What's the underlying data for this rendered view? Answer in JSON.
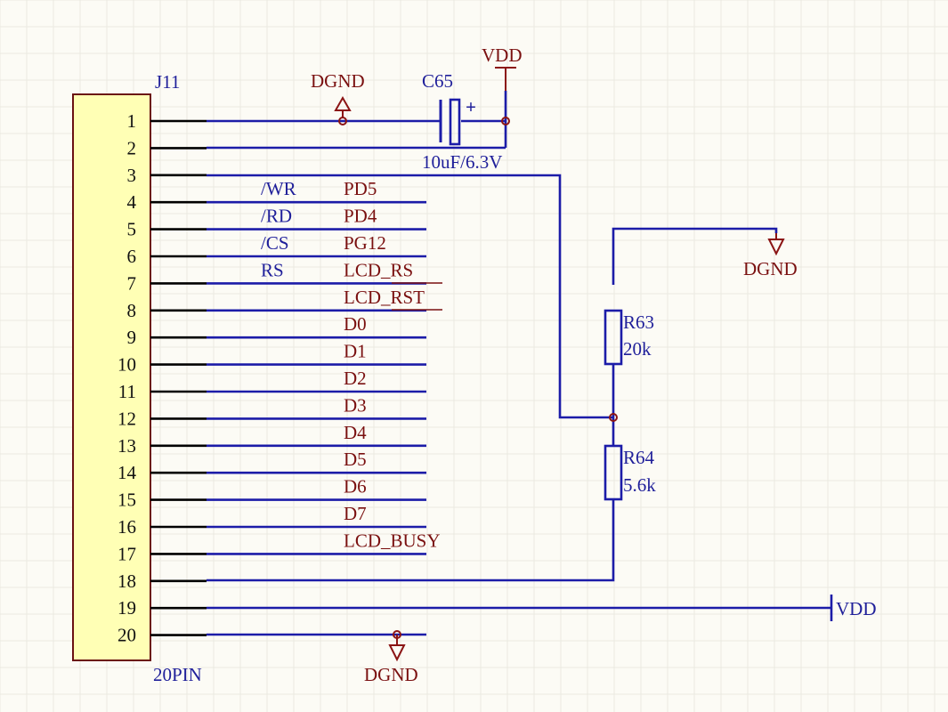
{
  "connector": {
    "designator": "J11",
    "footprint": "20PIN",
    "pins": [
      "1",
      "2",
      "3",
      "4",
      "5",
      "6",
      "7",
      "8",
      "9",
      "10",
      "11",
      "12",
      "13",
      "14",
      "15",
      "16",
      "17",
      "18",
      "19",
      "20"
    ]
  },
  "signals": [
    {
      "name": "/WR",
      "net": "PD5"
    },
    {
      "name": "/RD",
      "net": "PD4"
    },
    {
      "name": "/CS",
      "net": "PG12"
    },
    {
      "name": "RS",
      "net": "LCD_RS"
    },
    {
      "name": "",
      "net": "LCD_RST"
    },
    {
      "name": "",
      "net": "D0"
    },
    {
      "name": "",
      "net": "D1"
    },
    {
      "name": "",
      "net": "D2"
    },
    {
      "name": "",
      "net": "D3"
    },
    {
      "name": "",
      "net": "D4"
    },
    {
      "name": "",
      "net": "D5"
    },
    {
      "name": "",
      "net": "D6"
    },
    {
      "name": "",
      "net": "D7"
    },
    {
      "name": "",
      "net": "LCD_BUSY"
    }
  ],
  "capacitor": {
    "designator": "C65",
    "value": "10uF/6.3V",
    "polarity": "+"
  },
  "resistors": [
    {
      "designator": "R63",
      "value": "20k"
    },
    {
      "designator": "R64",
      "value": "5.6k"
    }
  ],
  "power": {
    "vdd_top": "VDD",
    "vdd_right": "VDD",
    "gnd_top": "DGND",
    "gnd_right": "DGND",
    "gnd_bottom": "DGND"
  }
}
